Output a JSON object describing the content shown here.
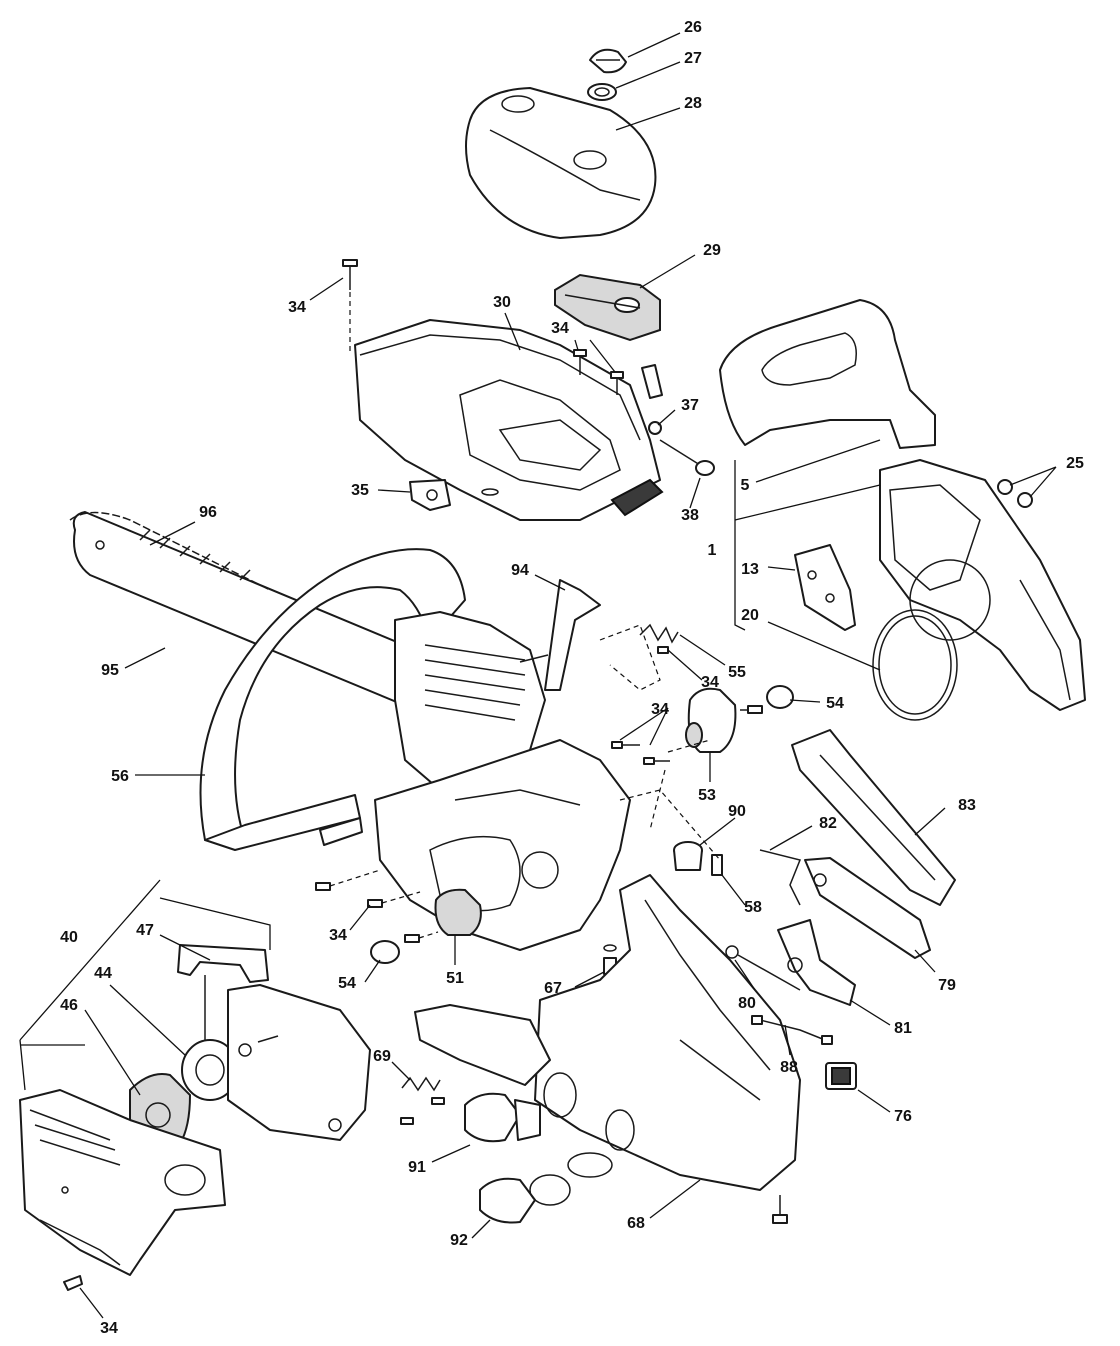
{
  "labels": [
    {
      "id": "26",
      "text": "26"
    },
    {
      "id": "27",
      "text": "27"
    },
    {
      "id": "28",
      "text": "28"
    },
    {
      "id": "29",
      "text": "29"
    },
    {
      "id": "30",
      "text": "30"
    },
    {
      "id": "34a",
      "text": "34"
    },
    {
      "id": "34b",
      "text": "34"
    },
    {
      "id": "37",
      "text": "37"
    },
    {
      "id": "38",
      "text": "38"
    },
    {
      "id": "35",
      "text": "35"
    },
    {
      "id": "5",
      "text": "5"
    },
    {
      "id": "25",
      "text": "25"
    },
    {
      "id": "1",
      "text": "1"
    },
    {
      "id": "13",
      "text": "13"
    },
    {
      "id": "20",
      "text": "20"
    },
    {
      "id": "96",
      "text": "96"
    },
    {
      "id": "95",
      "text": "95"
    },
    {
      "id": "94",
      "text": "94"
    },
    {
      "id": "55",
      "text": "55"
    },
    {
      "id": "34c",
      "text": "34"
    },
    {
      "id": "34d",
      "text": "34"
    },
    {
      "id": "54a",
      "text": "54"
    },
    {
      "id": "56",
      "text": "56"
    },
    {
      "id": "53",
      "text": "53"
    },
    {
      "id": "83",
      "text": "83"
    },
    {
      "id": "90",
      "text": "90"
    },
    {
      "id": "82",
      "text": "82"
    },
    {
      "id": "58",
      "text": "58"
    },
    {
      "id": "34e",
      "text": "34"
    },
    {
      "id": "40",
      "text": "40"
    },
    {
      "id": "47",
      "text": "47"
    },
    {
      "id": "44",
      "text": "44"
    },
    {
      "id": "46",
      "text": "46"
    },
    {
      "id": "54b",
      "text": "54"
    },
    {
      "id": "51",
      "text": "51"
    },
    {
      "id": "67",
      "text": "67"
    },
    {
      "id": "80",
      "text": "80"
    },
    {
      "id": "79",
      "text": "79"
    },
    {
      "id": "81",
      "text": "81"
    },
    {
      "id": "69",
      "text": "69"
    },
    {
      "id": "88",
      "text": "88"
    },
    {
      "id": "76",
      "text": "76"
    },
    {
      "id": "91",
      "text": "91"
    },
    {
      "id": "68",
      "text": "68"
    },
    {
      "id": "92",
      "text": "92"
    },
    {
      "id": "34f",
      "text": "34"
    }
  ]
}
